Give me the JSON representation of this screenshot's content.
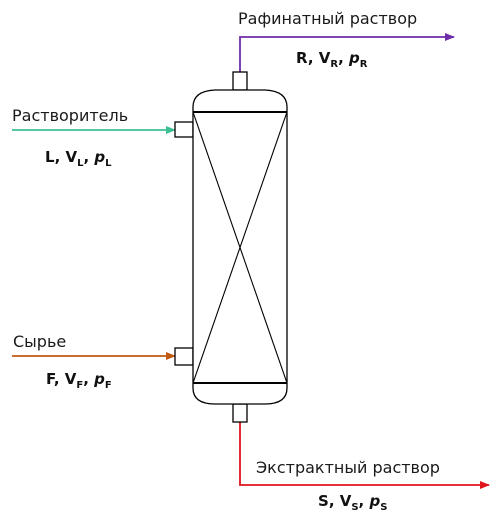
{
  "streams": {
    "raffinate": {
      "label": "Рафинатный раствор",
      "color": "#6f2da8",
      "symbol": "R",
      "params": {
        "p1": "R",
        "p2": "V",
        "sub2": "R",
        "p3": "p",
        "sub3": "R"
      }
    },
    "solvent": {
      "label": "Растворитель",
      "color": "#3dbf95",
      "params": {
        "p1": "L",
        "p2": "V",
        "sub2": "L",
        "p3": "p",
        "sub3": "L"
      }
    },
    "feed": {
      "label": "Сырье",
      "color": "#c05a12",
      "params": {
        "p1": "F",
        "p2": "V",
        "sub2": "F",
        "p3": "p",
        "sub3": "F"
      }
    },
    "extract": {
      "label": "Экстрактный раствор",
      "color": "#e3131b",
      "params": {
        "p1": "S",
        "p2": "V",
        "sub2": "S",
        "p3": "p",
        "sub3": "S"
      }
    }
  },
  "separator": ", "
}
